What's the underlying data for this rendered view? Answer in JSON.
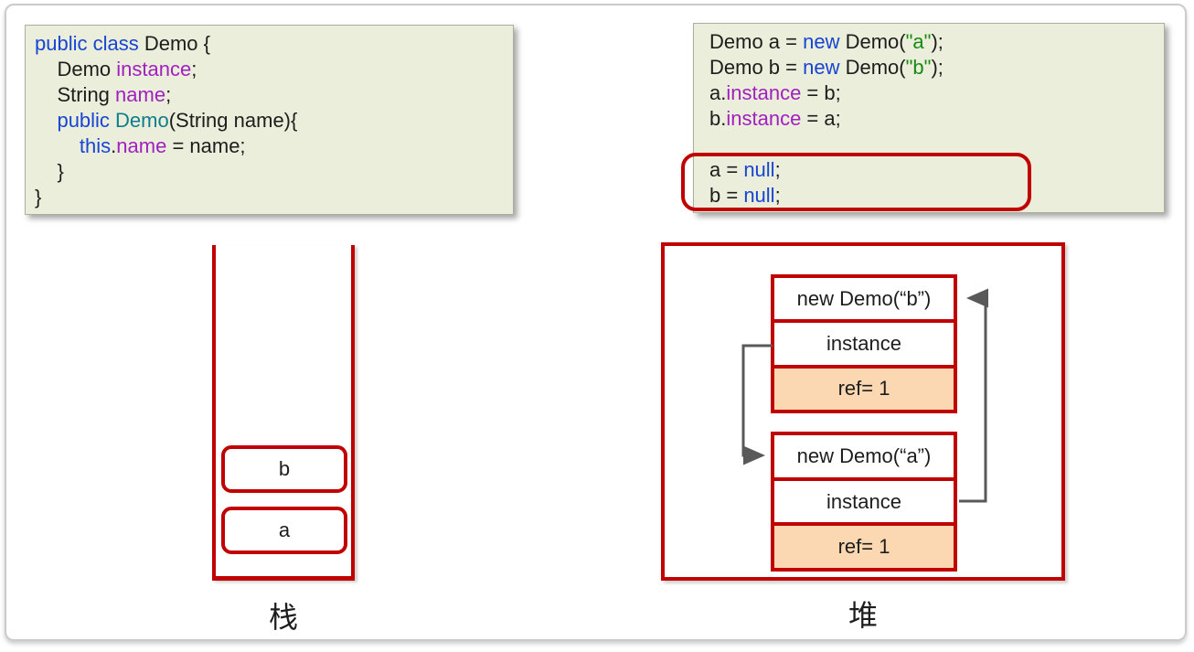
{
  "labels": {
    "stack": "栈",
    "heap": "堆"
  },
  "colors": {
    "keyword": "#1845d2",
    "field": "#a21fc0",
    "constructor_type": "#0e7d8c",
    "string": "#178a12",
    "diagram_red": "#c00202",
    "ref_row_bg": "#fbd8b2",
    "code_bg": "#eaeeda",
    "arrow_gray": "#595959"
  },
  "code_left": {
    "lines": [
      [
        {
          "t": "public class",
          "c": "kw"
        },
        {
          "t": " Demo {",
          "c": "pl"
        }
      ],
      [
        {
          "t": "    Demo ",
          "c": "pl"
        },
        {
          "t": "instance",
          "c": "fld"
        },
        {
          "t": ";",
          "c": "pl"
        }
      ],
      [
        {
          "t": "    String ",
          "c": "pl"
        },
        {
          "t": "name",
          "c": "fld"
        },
        {
          "t": ";",
          "c": "pl"
        }
      ],
      [
        {
          "t": "    ",
          "c": "pl"
        },
        {
          "t": "public ",
          "c": "kw"
        },
        {
          "t": "Demo",
          "c": "typ"
        },
        {
          "t": "(String name){",
          "c": "pl"
        }
      ],
      [
        {
          "t": "        ",
          "c": "pl"
        },
        {
          "t": "this",
          "c": "kw"
        },
        {
          "t": ".",
          "c": "pl"
        },
        {
          "t": "name",
          "c": "fld"
        },
        {
          "t": " = name;",
          "c": "pl"
        }
      ],
      [
        {
          "t": "    }",
          "c": "pl"
        }
      ],
      [
        {
          "t": "}",
          "c": "pl"
        }
      ]
    ]
  },
  "code_right": {
    "lines": [
      [
        {
          "t": "Demo a = ",
          "c": "pl"
        },
        {
          "t": "new",
          "c": "kw"
        },
        {
          "t": " Demo(",
          "c": "pl"
        },
        {
          "t": "\"a\"",
          "c": "str"
        },
        {
          "t": ");",
          "c": "pl"
        }
      ],
      [
        {
          "t": "Demo b = ",
          "c": "pl"
        },
        {
          "t": "new",
          "c": "kw"
        },
        {
          "t": " Demo(",
          "c": "pl"
        },
        {
          "t": "\"b\"",
          "c": "str"
        },
        {
          "t": ");",
          "c": "pl"
        }
      ],
      [
        {
          "t": "a.",
          "c": "pl"
        },
        {
          "t": "instance",
          "c": "fld"
        },
        {
          "t": " = b;",
          "c": "pl"
        }
      ],
      [
        {
          "t": "b.",
          "c": "pl"
        },
        {
          "t": "instance",
          "c": "fld"
        },
        {
          "t": " = a;",
          "c": "pl"
        }
      ],
      [],
      [
        {
          "t": "a = ",
          "c": "pl"
        },
        {
          "t": "null",
          "c": "kw"
        },
        {
          "t": ";",
          "c": "pl"
        }
      ],
      [
        {
          "t": "b = ",
          "c": "pl"
        },
        {
          "t": "null",
          "c": "kw"
        },
        {
          "t": ";",
          "c": "pl"
        }
      ]
    ]
  },
  "stack": {
    "slots": [
      "b",
      "a"
    ]
  },
  "heap": {
    "objects": [
      {
        "title": "new Demo(“b”)",
        "field": "instance",
        "ref": "ref= 1"
      },
      {
        "title": "new Demo(“a”)",
        "field": "instance",
        "ref": "ref= 1"
      }
    ]
  }
}
